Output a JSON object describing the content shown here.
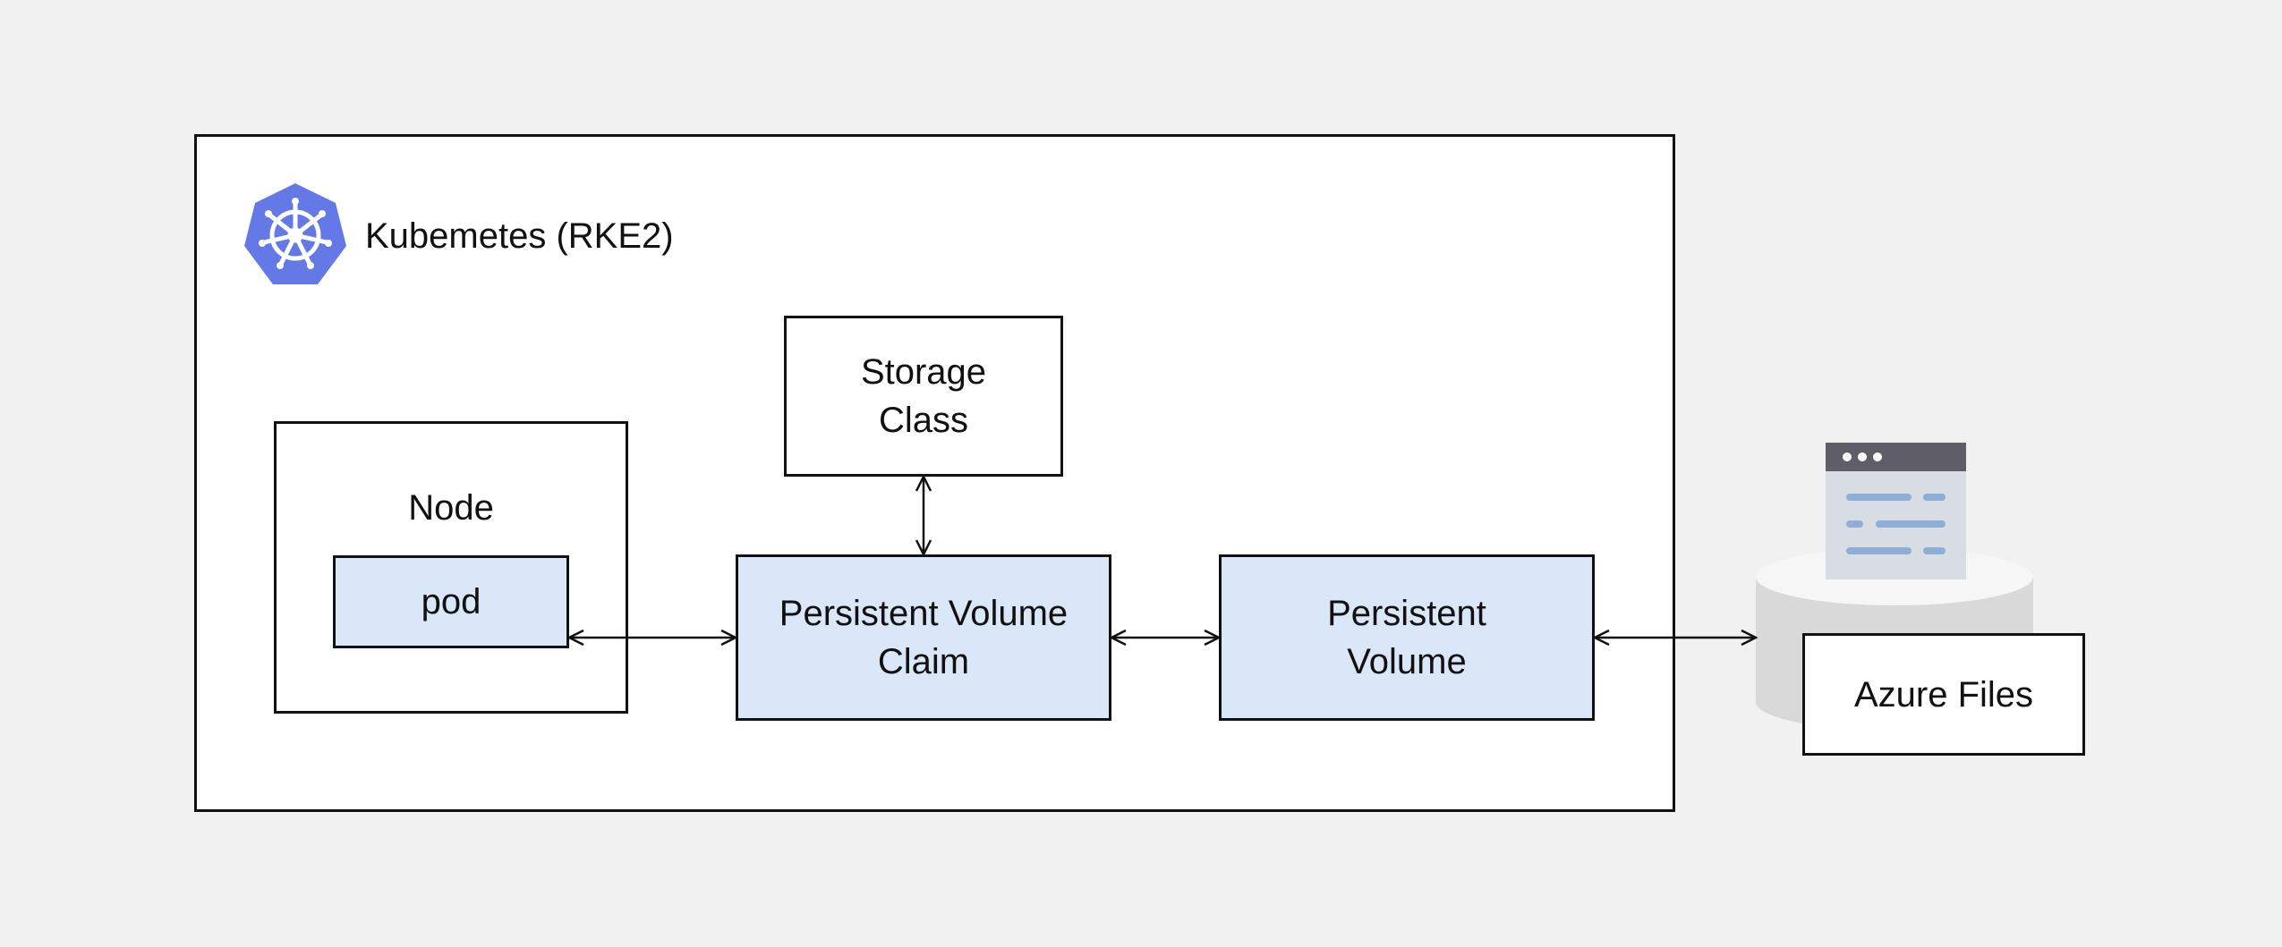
{
  "cluster": {
    "title": "Kubemetes (RKE2)",
    "logo_icon": "kubernetes-helm-wheel-icon",
    "logo_color": "#6479e6"
  },
  "node": {
    "label": "Node",
    "pod_label": "pod"
  },
  "storage_class": {
    "label": "Storage\nClass"
  },
  "pvc": {
    "label": "Persistent Volume\nClaim"
  },
  "pv": {
    "label": "Persistent\nVolume"
  },
  "azure_files": {
    "label": "Azure Files",
    "icon": "file-storage-window-icon"
  },
  "colors": {
    "background": "#f1f1f1",
    "box_fill_blue": "#dae7f8",
    "stroke": "#111111",
    "window_bar": "#5e5d68",
    "window_body": "#d8dde3",
    "window_lines": "#8eaed8",
    "disk": "#d9d9d9"
  }
}
